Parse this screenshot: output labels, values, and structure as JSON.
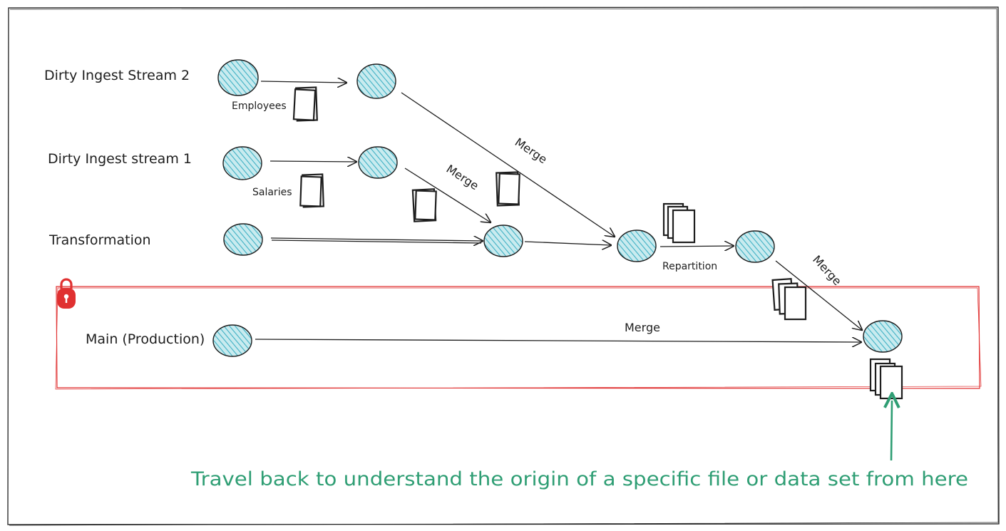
{
  "streams": {
    "dirty_ingest_2": "Dirty Ingest Stream 2",
    "dirty_ingest_1": "Dirty Ingest stream 1",
    "transformation": "Transformation",
    "main": "Main (Production)"
  },
  "edge_labels": {
    "employees": "Employees",
    "salaries": "Salaries",
    "merge_stream1": "Merge",
    "merge_stream2": "Merge",
    "repartition": "Repartition",
    "merge_to_main": "Merge",
    "merge_main_line": "Merge"
  },
  "note": "Travel back to understand the origin of a specific file or data set from here",
  "icons": {
    "protected": "lock-icon",
    "dataset": "document-stack-icon",
    "pointer": "arrow-up-icon"
  },
  "colors": {
    "node_fill": "#a5d8e0",
    "node_hatch": "#3fb0c4",
    "protected_border": "#e03131",
    "note": "#2f9e74",
    "stroke": "#1e1e1e"
  }
}
